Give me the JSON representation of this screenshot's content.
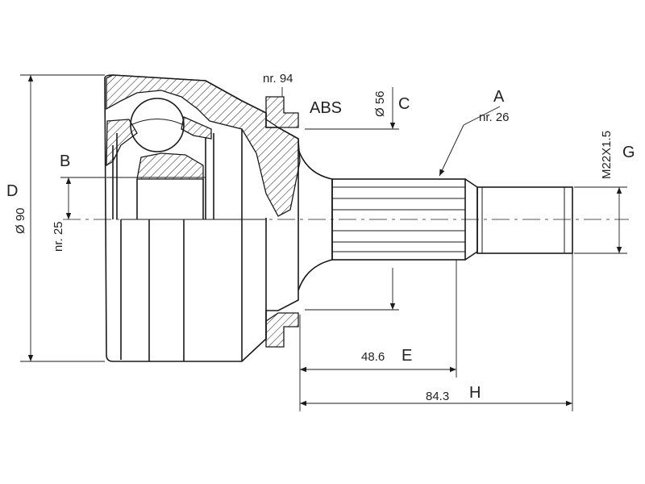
{
  "labels": {
    "A": "A",
    "B": "B",
    "C": "C",
    "D": "D",
    "E": "E",
    "G": "G",
    "H": "H",
    "abs": "ABS",
    "nr94": "nr. 94",
    "nr26": "nr. 26",
    "nr25": "nr. 25",
    "dia56": "Ø 56",
    "dia90": "Ø 90",
    "thread": "M22X1.5",
    "len486": "48.6",
    "len843": "84.3"
  }
}
